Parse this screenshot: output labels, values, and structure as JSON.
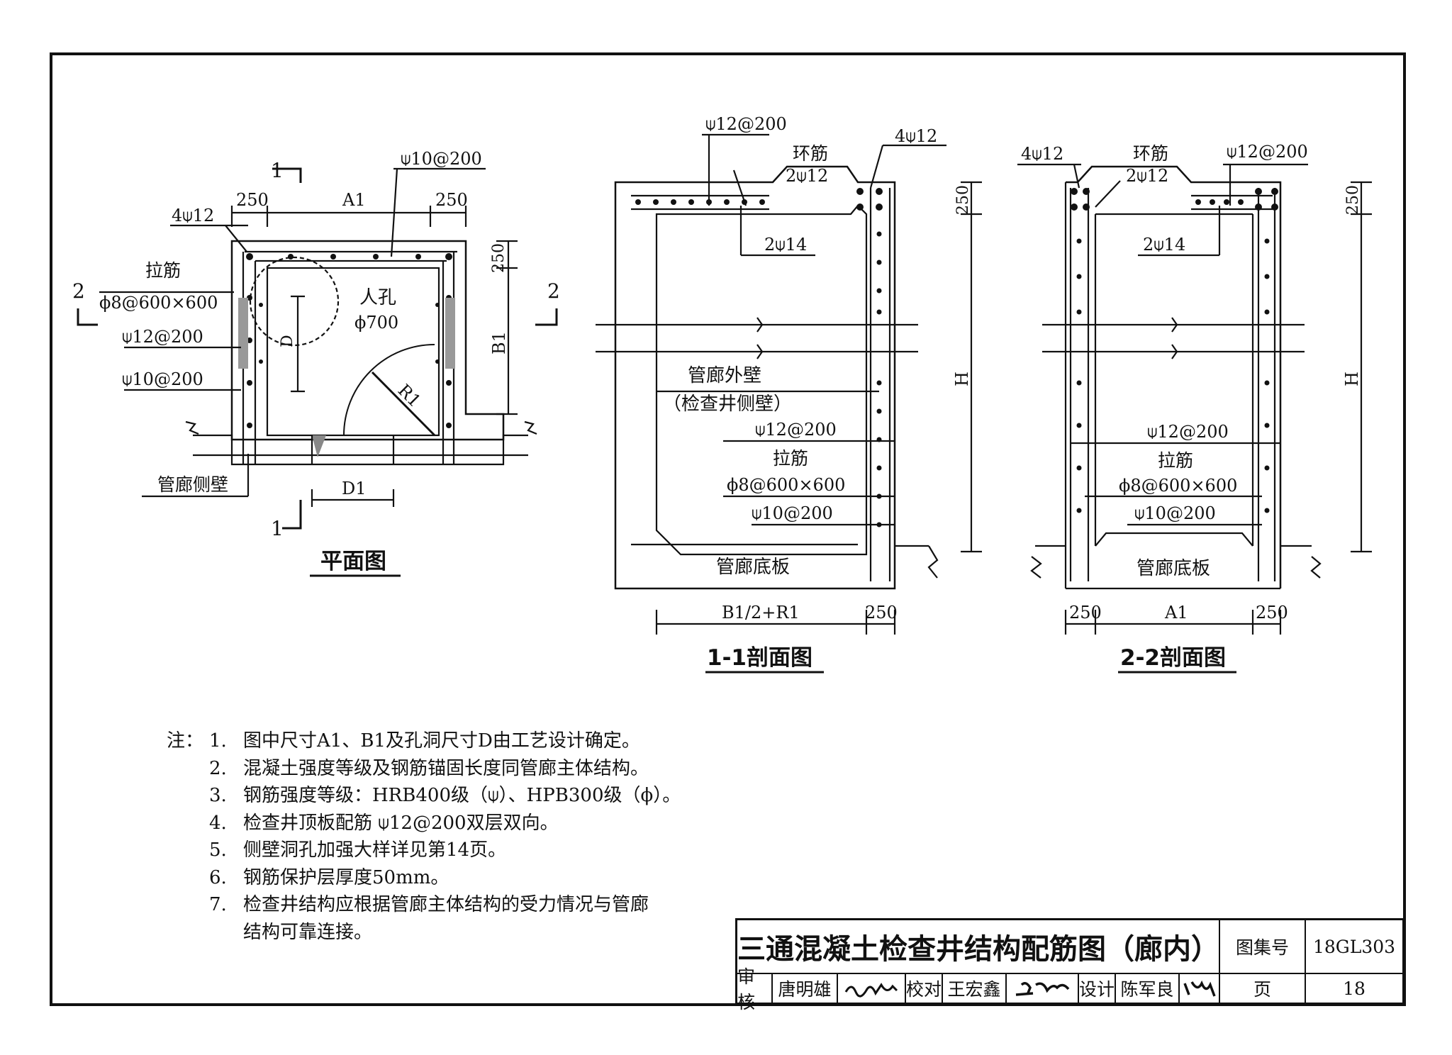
{
  "plan": {
    "caption": "平面图",
    "section_1": "1",
    "section_2": "2",
    "dim_250_left": "250",
    "dim_A1": "A1",
    "dim_250_right": "250",
    "dim_250_side": "250",
    "dim_B1": "B1",
    "dim_D": "D",
    "dim_D1": "D1",
    "dim_R1": "R1",
    "rebar_top": "⍦10@200",
    "rebar_corner": "4⍦12",
    "tie_label": "拉筋",
    "tie_spec": "ϕ8@600×600",
    "rebar_12": "⍦12@200",
    "rebar_10": "⍦10@200",
    "manhole": "人孔",
    "manhole_dia": "ϕ700",
    "side_wall": "管廊侧壁"
  },
  "section11": {
    "caption": "1-1剖面图",
    "rebar_top": "⍦12@200",
    "stirrup": "环筋",
    "stirrup_bars": "2⍦12",
    "corner": "4⍦12",
    "bars_14": "2⍦14",
    "dim_250": "250",
    "dim_H": "H",
    "outer_wall": "管廊外壁",
    "outer_wall_note": "（检查井侧壁）",
    "rebar_12": "⍦12@200",
    "tie_label": "拉筋",
    "tie_spec": "ϕ8@600×600",
    "rebar_10": "⍦10@200",
    "floor": "管廊底板",
    "dim_bottom": "B1/2+R1",
    "dim_bottom_250": "250"
  },
  "section22": {
    "caption": "2-2剖面图",
    "corner": "4⍦12",
    "stirrup": "环筋",
    "stirrup_bars": "2⍦12",
    "rebar_top": "⍦12@200",
    "bars_14": "2⍦14",
    "dim_250": "250",
    "dim_H": "H",
    "rebar_12": "⍦12@200",
    "tie_label": "拉筋",
    "tie_spec": "ϕ8@600×600",
    "rebar_10": "⍦10@200",
    "floor": "管廊底板",
    "dim_250_left": "250",
    "dim_A1": "A1",
    "dim_250_right": "250"
  },
  "notes": {
    "lead": "注：",
    "items": [
      {
        "num": "1.",
        "text": "图中尺寸A1、B1及孔洞尺寸D由工艺设计确定。"
      },
      {
        "num": "2.",
        "text": "混凝土强度等级及钢筋锚固长度同管廊主体结构。"
      },
      {
        "num": "3.",
        "text": "钢筋强度等级：HRB400级（⍦）、HPB300级（ϕ）。"
      },
      {
        "num": "4.",
        "text": "检查井顶板配筋 ⍦12@200双层双向。"
      },
      {
        "num": "5.",
        "text": "侧壁洞孔加强大样详见第14页。"
      },
      {
        "num": "6.",
        "text": "钢筋保护层厚度50mm。"
      },
      {
        "num": "7.",
        "text": "检查井结构应根据管廊主体结构的受力情况与管廊"
      },
      {
        "num": "",
        "text": "结构可靠连接。"
      }
    ]
  },
  "title_block": {
    "title": "三通混凝土检查井结构配筋图（廊内）",
    "atlas_label": "图集号",
    "atlas_no": "18GL303",
    "review_label": "审核",
    "reviewer": "唐明雄",
    "check_label": "校对",
    "checker": "王宏鑫",
    "design_label": "设计",
    "designer": "陈军良",
    "page_label": "页",
    "page_no": "18"
  }
}
